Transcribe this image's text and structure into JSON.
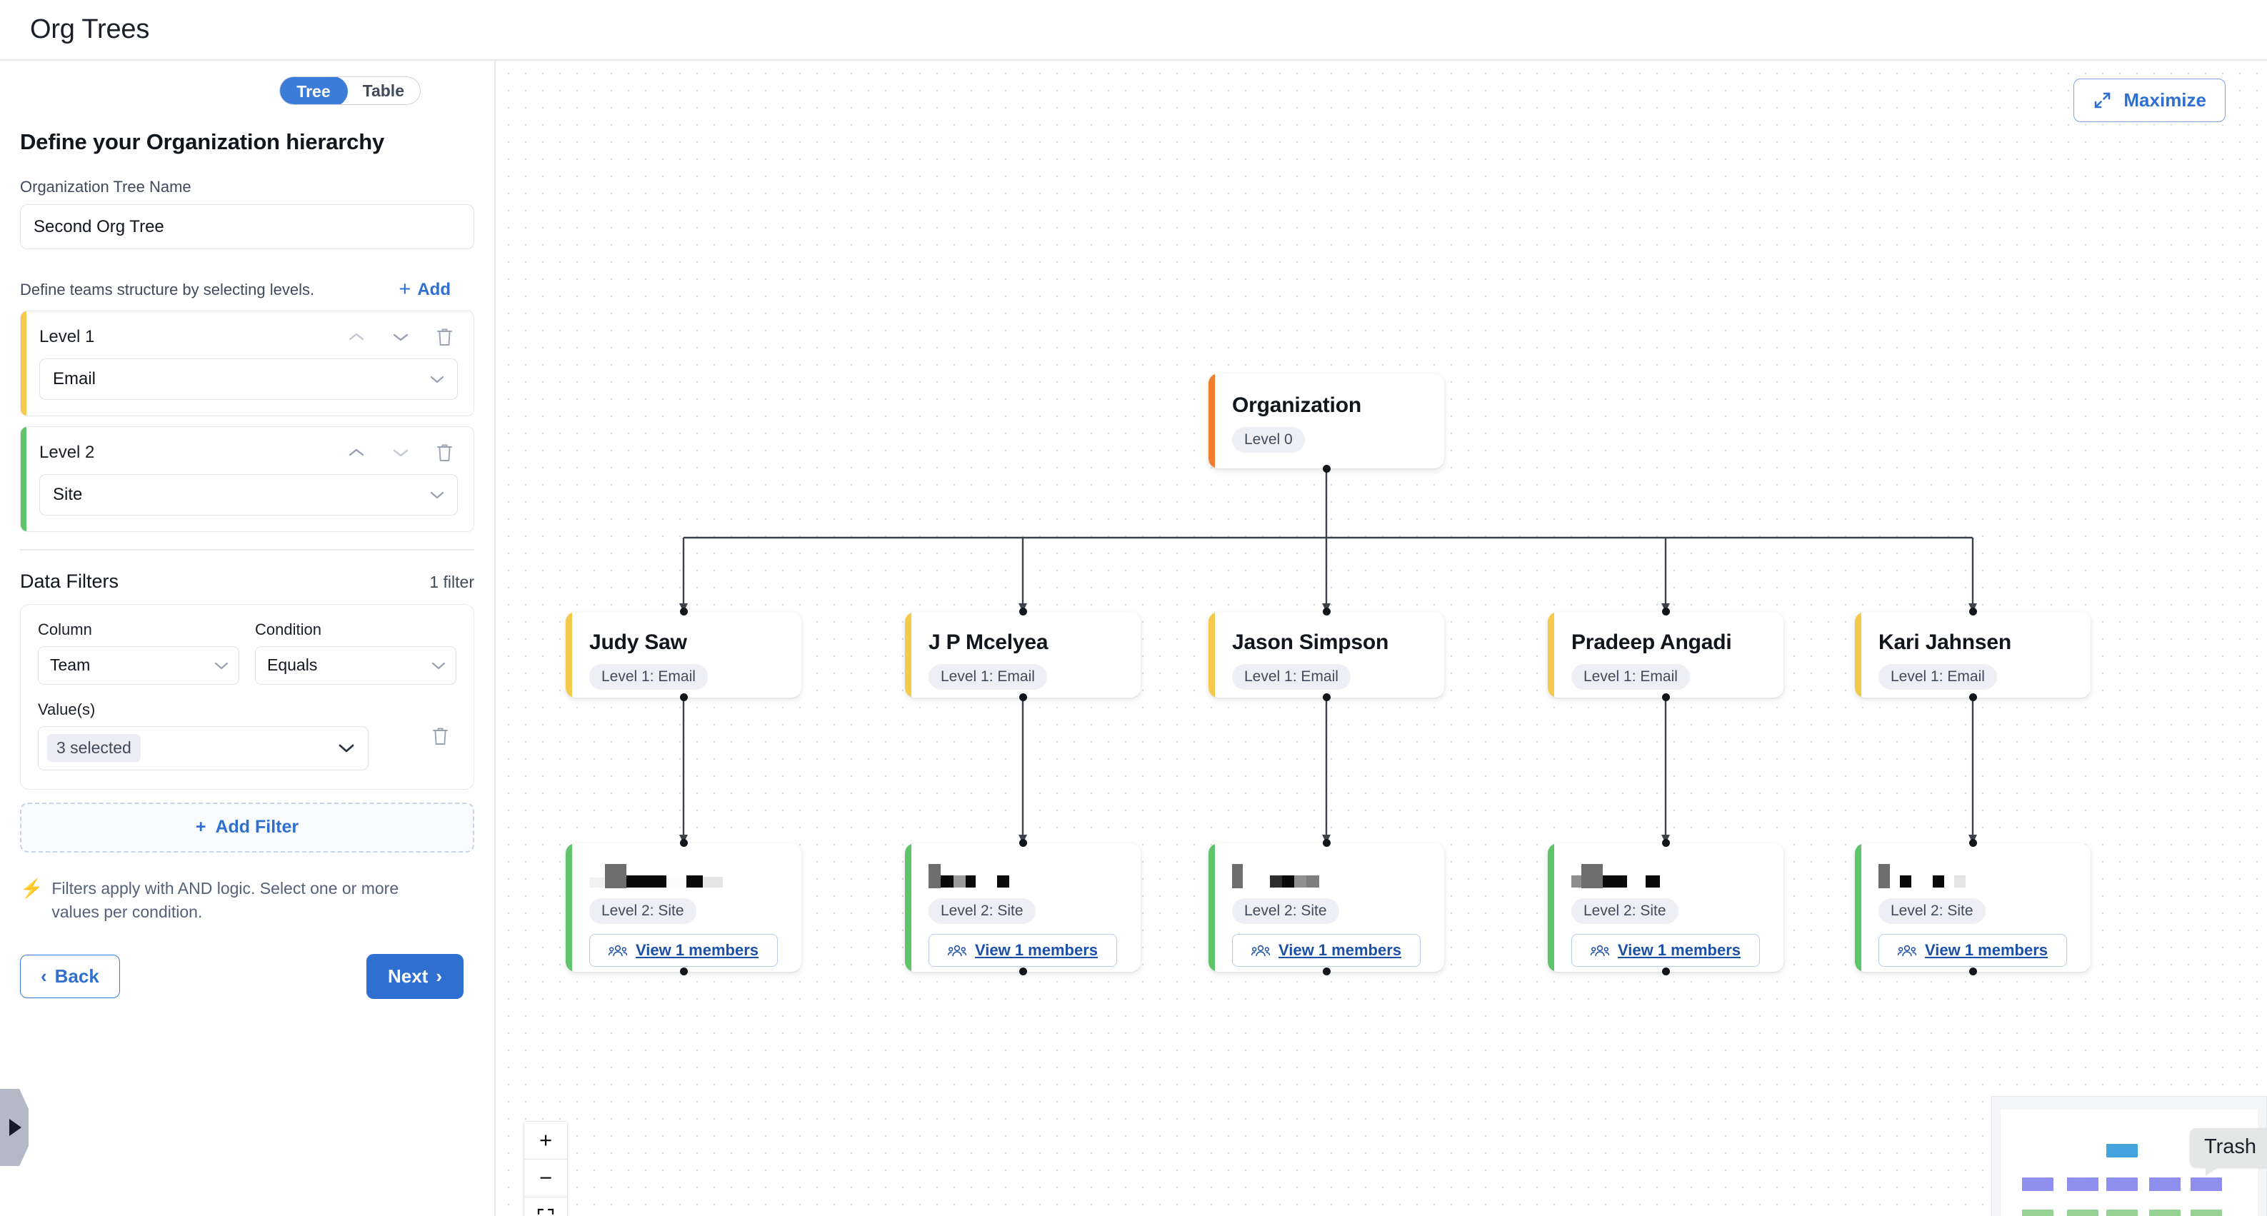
{
  "header": {
    "title": "Org Trees"
  },
  "sidebar": {
    "view_toggle": {
      "options": [
        "Tree",
        "Table"
      ],
      "selected": "Tree"
    },
    "section_title": "Define your Organization hierarchy",
    "tree_name": {
      "label": "Organization Tree Name",
      "value": "Second Org Tree"
    },
    "levels_hint": "Define teams structure by selecting levels.",
    "add_label": "Add",
    "levels": [
      {
        "name": "Level 1",
        "value": "Email",
        "accent": "#f5ca4a"
      },
      {
        "name": "Level 2",
        "value": "Site",
        "accent": "#5ec46a"
      }
    ],
    "filters": {
      "title": "Data Filters",
      "count_label": "1 filter",
      "column_label": "Column",
      "column_value": "Team",
      "condition_label": "Condition",
      "condition_value": "Equals",
      "values_label": "Value(s)",
      "values_chip": "3 selected",
      "add_filter_label": "Add Filter",
      "note": "Filters apply with AND logic. Select one or more values per condition."
    },
    "footer": {
      "back_label": "Back",
      "next_label": "Next"
    }
  },
  "canvas": {
    "maximize_label": "Maximize",
    "zoom": {
      "in": "+",
      "out": "−",
      "fit": "fit"
    },
    "trash_tooltip": "Trash",
    "root": {
      "title": "Organization",
      "badge": "Level 0",
      "accent": "#f07c2c"
    },
    "level1": [
      {
        "title": "Judy Saw",
        "badge": "Level 1: Email"
      },
      {
        "title": "J P Mcelyea",
        "badge": "Level 1: Email"
      },
      {
        "title": "Jason Simpson",
        "badge": "Level 1: Email"
      },
      {
        "title": "Pradeep Angadi",
        "badge": "Level 1: Email"
      },
      {
        "title": "Kari Jahnsen",
        "badge": "Level 1: Email"
      }
    ],
    "level2": [
      {
        "title": "",
        "redacted": true,
        "badge": "Level 2: Site",
        "members_label": "View 1 members"
      },
      {
        "title": "",
        "redacted": true,
        "badge": "Level 2: Site",
        "members_label": "View 1 members"
      },
      {
        "title": "",
        "redacted": true,
        "badge": "Level 2: Site",
        "members_label": "View 1 members"
      },
      {
        "title": "",
        "redacted": true,
        "badge": "Level 2: Site",
        "members_label": "View 1 members"
      },
      {
        "title": "",
        "redacted": true,
        "badge": "Level 2: Site",
        "members_label": "View 1 members"
      }
    ],
    "accents": {
      "level1": "#f5ca4a",
      "level2": "#5ec46a",
      "root": "#f07c2c",
      "primary": "#2f6fd0"
    },
    "minimap": {
      "root_color": "#44a3dd",
      "level1_color": "#8f8ff0",
      "level2_color": "#97d295"
    }
  }
}
